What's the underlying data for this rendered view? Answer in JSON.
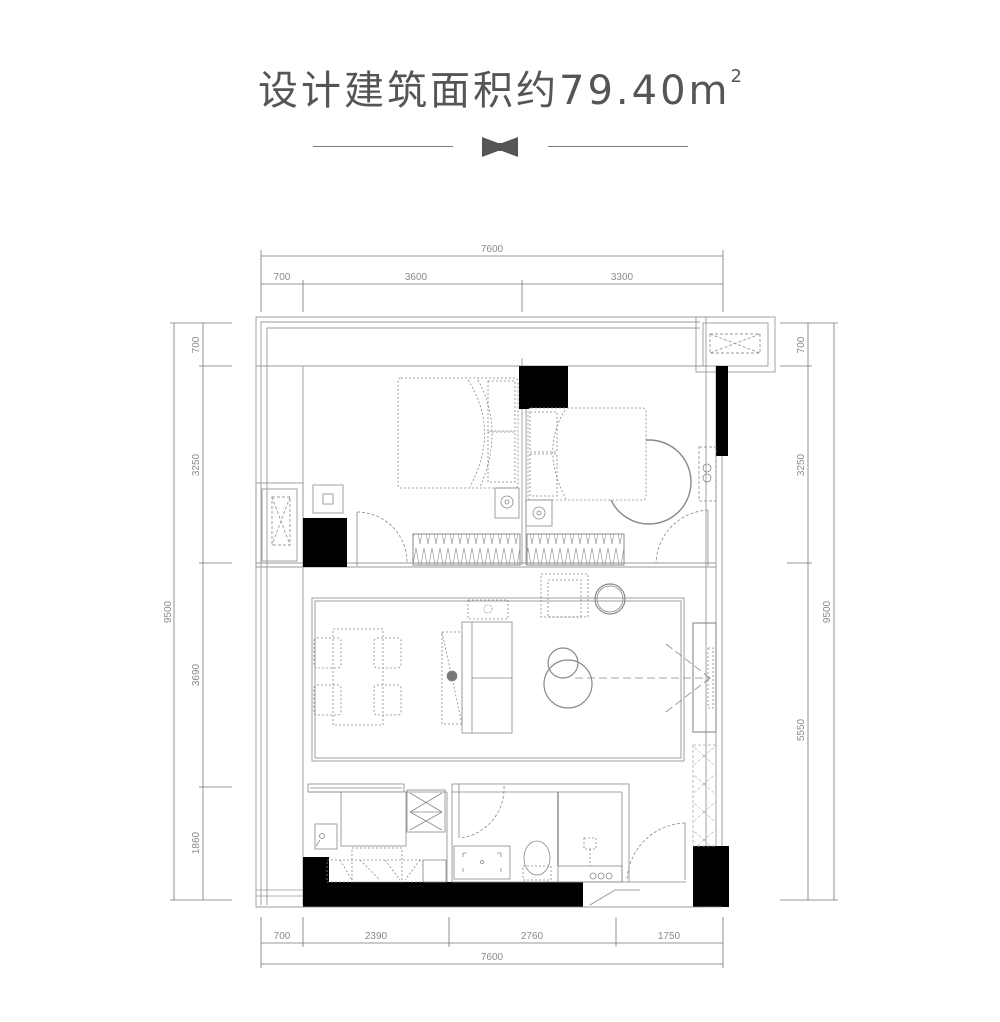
{
  "header": {
    "title_text": "设计建筑面积约79.40m",
    "title_superscript": "2",
    "area_value": "79.40",
    "area_unit": "m²",
    "ornament_icon": "bowtie-icon"
  },
  "colors": {
    "title": "#555555",
    "wall": "#000000",
    "line": "#8c8c8c",
    "dimension_text": "#8a8a8a"
  },
  "dimensions": {
    "top_total": "7600",
    "top_segments": [
      "700",
      "3600",
      "3300"
    ],
    "bottom_total": "7600",
    "bottom_segments": [
      "700",
      "2390",
      "2760",
      "1750"
    ],
    "left_total": "9500",
    "left_segments": [
      "700",
      "3250",
      "3690",
      "1860"
    ],
    "right_total": "9500",
    "right_segments": [
      "700",
      "3250",
      "5550"
    ]
  },
  "rooms": [
    {
      "name": "master-bedroom",
      "furniture": [
        "double-bed",
        "nightstand",
        "wardrobe"
      ]
    },
    {
      "name": "second-bedroom",
      "furniture": [
        "double-bed",
        "nightstand",
        "round-rug",
        "wardrobe",
        "dresser"
      ]
    },
    {
      "name": "living-dining",
      "furniture": [
        "dining-table",
        "four-chairs",
        "sofa",
        "side-table",
        "armchair",
        "round-side-table",
        "coffee-tables",
        "tv-cabinet"
      ]
    },
    {
      "name": "kitchen",
      "furniture": [
        "sink",
        "counter",
        "stove",
        "refrigerator"
      ]
    },
    {
      "name": "bathroom",
      "furniture": [
        "vanity",
        "toilet",
        "shower"
      ]
    },
    {
      "name": "balcony-north"
    },
    {
      "name": "ac-ledge-west"
    },
    {
      "name": "ac-ledge-east"
    }
  ]
}
